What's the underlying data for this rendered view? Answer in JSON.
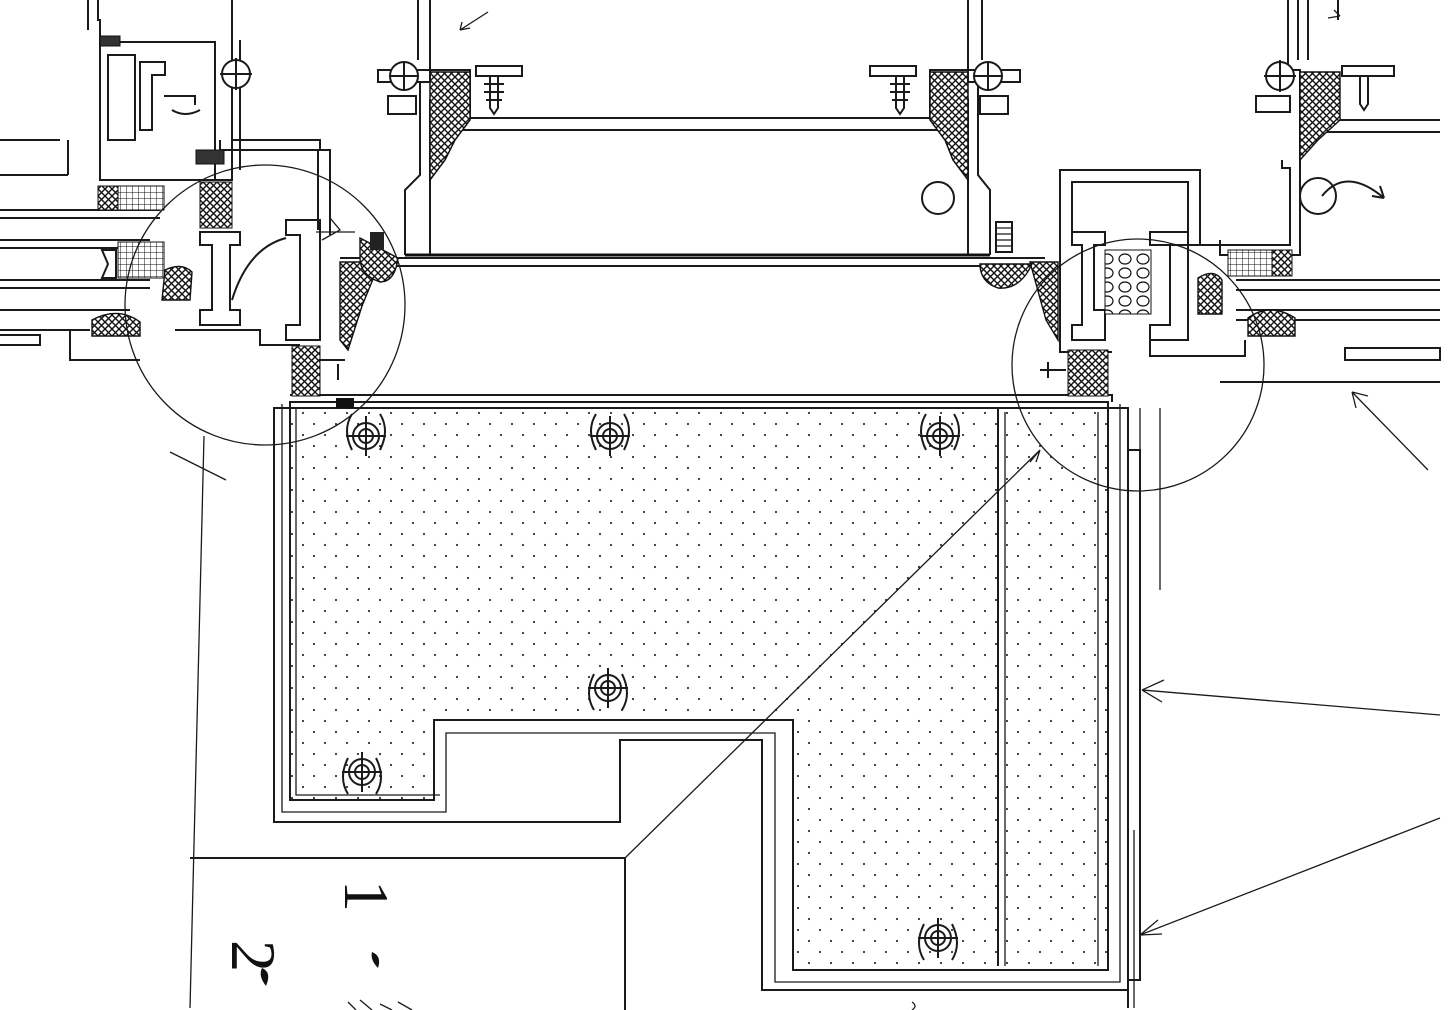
{
  "drawing": {
    "type": "architectural-section-detail",
    "callout_numbers": [
      "1",
      "2"
    ],
    "colors": {
      "ink": "#1a1a1a",
      "paper": "#ffffff"
    },
    "details": {
      "left_circle": "detail-circle-left",
      "right_circle": "detail-circle-right"
    }
  }
}
